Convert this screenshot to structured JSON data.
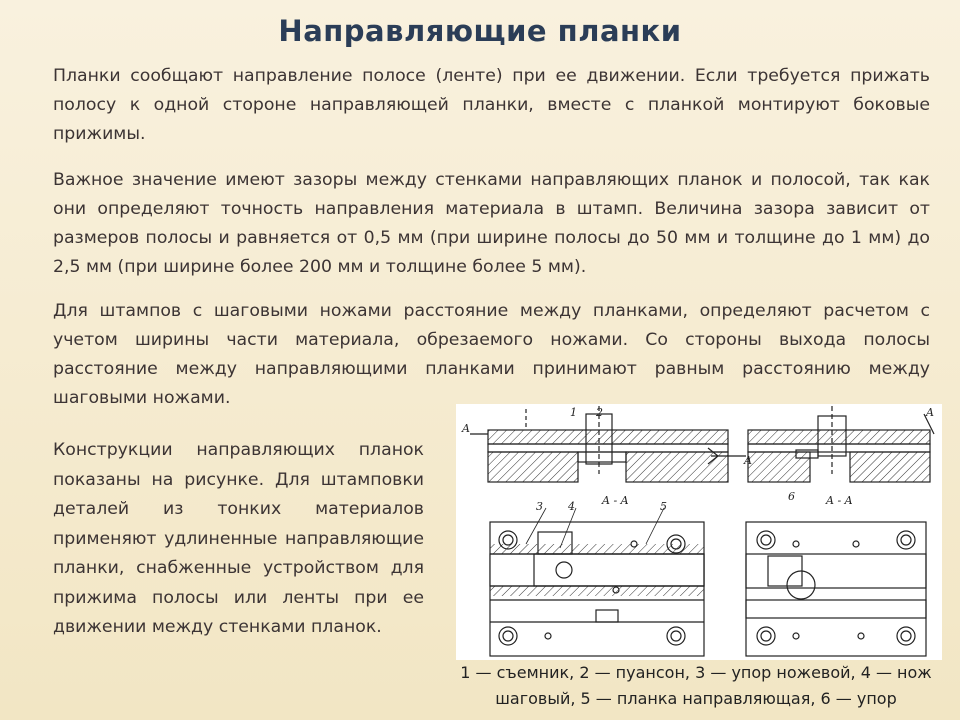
{
  "title": "Направляющие планки",
  "paragraphs": [
    "Планки сообщают направление полосе (ленте) при ее движении. Если требуется прижать полосу к одной стороне направляющей планки, вместе с планкой монтируют боковые прижимы.",
    "Важное значение имеют зазоры между стенками направляющих планок и полосой, так как они определяют точность направления материала в штамп. Величина зазора зависит от размеров полосы и равняется от 0,5 мм (при ширине полосы до 50 мм и толщине до 1 мм) до 2,5 мм (при ширине более 200 мм и толщине более 5 мм).",
    "Для штампов с шаговыми ножами расстояние между планками, определяют расчетом с учетом ширины части материала, обрезаемого ножами. Со стороны выхода полосы расстояние между направляющими планками принимают равным расстоянию между шаговыми ножами.",
    "Конструкции направляющих планок показаны на рисунке. Для штамповки деталей из тонких материалов применяют удлиненные направляющие планки, снабженные устройством для прижима полосы или ленты при ее движении между стенками планок."
  ],
  "figure": {
    "labels": {
      "A_left": "A",
      "A_right": "A",
      "A_right2": "A",
      "n1": "1",
      "n2": "2",
      "n3": "3",
      "n4": "4",
      "n5": "5",
      "n6": "6",
      "section_left": "A - A",
      "section_right": "A - A"
    }
  },
  "caption": "1 — съемник, 2 — пуансон, 3 — упор ножевой, 4 — нож шаговый, 5 — планка направляющая, 6 — упор"
}
